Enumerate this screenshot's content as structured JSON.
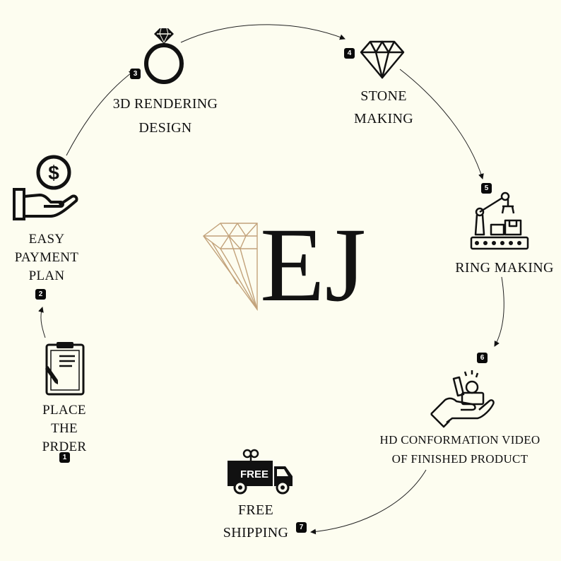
{
  "logo": {
    "text": "EJ",
    "gold_color": "#c2a27a"
  },
  "steps": [
    {
      "number": "1",
      "lines": [
        "PLACE",
        "THE",
        "PRDER"
      ],
      "icon": "clipboard-icon"
    },
    {
      "number": "2",
      "lines": [
        "EASY",
        "PAYMENT",
        "PLAN"
      ],
      "icon": "hand-coin-icon"
    },
    {
      "number": "3",
      "lines": [
        "3D RENDERING",
        "DESIGN"
      ],
      "icon": "diamond-ring-icon"
    },
    {
      "number": "4",
      "lines": [
        "STONE",
        "MAKING"
      ],
      "icon": "diamond-icon"
    },
    {
      "number": "5",
      "lines": [
        "RING MAKING"
      ],
      "icon": "robot-arm-conveyor-icon"
    },
    {
      "number": "6",
      "lines": [
        "HD CONFORMATION VIDEO",
        "OF FINISHED PRODUCT"
      ],
      "icon": "hand-ring-box-icon"
    },
    {
      "number": "7",
      "lines": [
        "FREE",
        "SHIPPING"
      ],
      "icon": "delivery-truck-icon",
      "truck_label": "FREE"
    }
  ],
  "colors": {
    "background": "#fdfdf0",
    "ink": "#111111",
    "accent_gold": "#c2a27a"
  }
}
